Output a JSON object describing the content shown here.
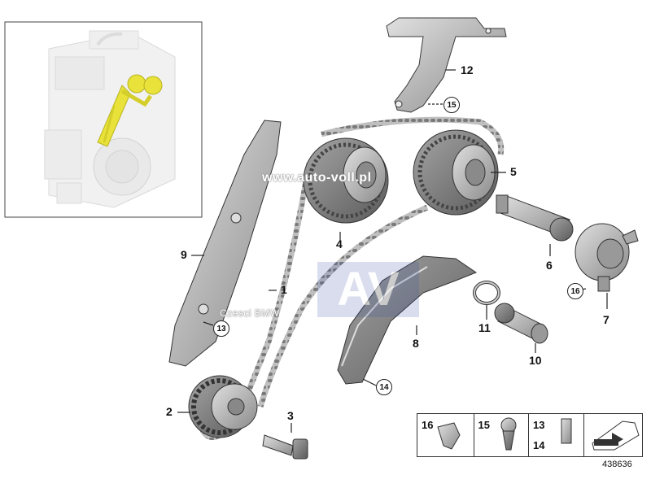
{
  "callouts": {
    "c1": "1",
    "c2": "2",
    "c3": "3",
    "c4": "4",
    "c5": "5",
    "c6": "6",
    "c7": "7",
    "c8": "8",
    "c9": "9",
    "c10": "10",
    "c11": "11",
    "c12": "12"
  },
  "circled": {
    "c13": "13",
    "c14": "14",
    "c15": "15",
    "c16": "16"
  },
  "watermark": {
    "site": "www.auto-voll.pl",
    "shop": "Czesci BMW",
    "logo": "AV"
  },
  "legend": {
    "n16": "16",
    "n15": "15",
    "n13": "13",
    "n14": "14"
  },
  "diagram_number": "438636",
  "colors": {
    "part_grey": "#b8b8b8",
    "part_dark": "#6e6e6e",
    "highlight": "#e8e23a",
    "outline": "#3a3a3a",
    "logo_blue": "#3a4fa0"
  }
}
